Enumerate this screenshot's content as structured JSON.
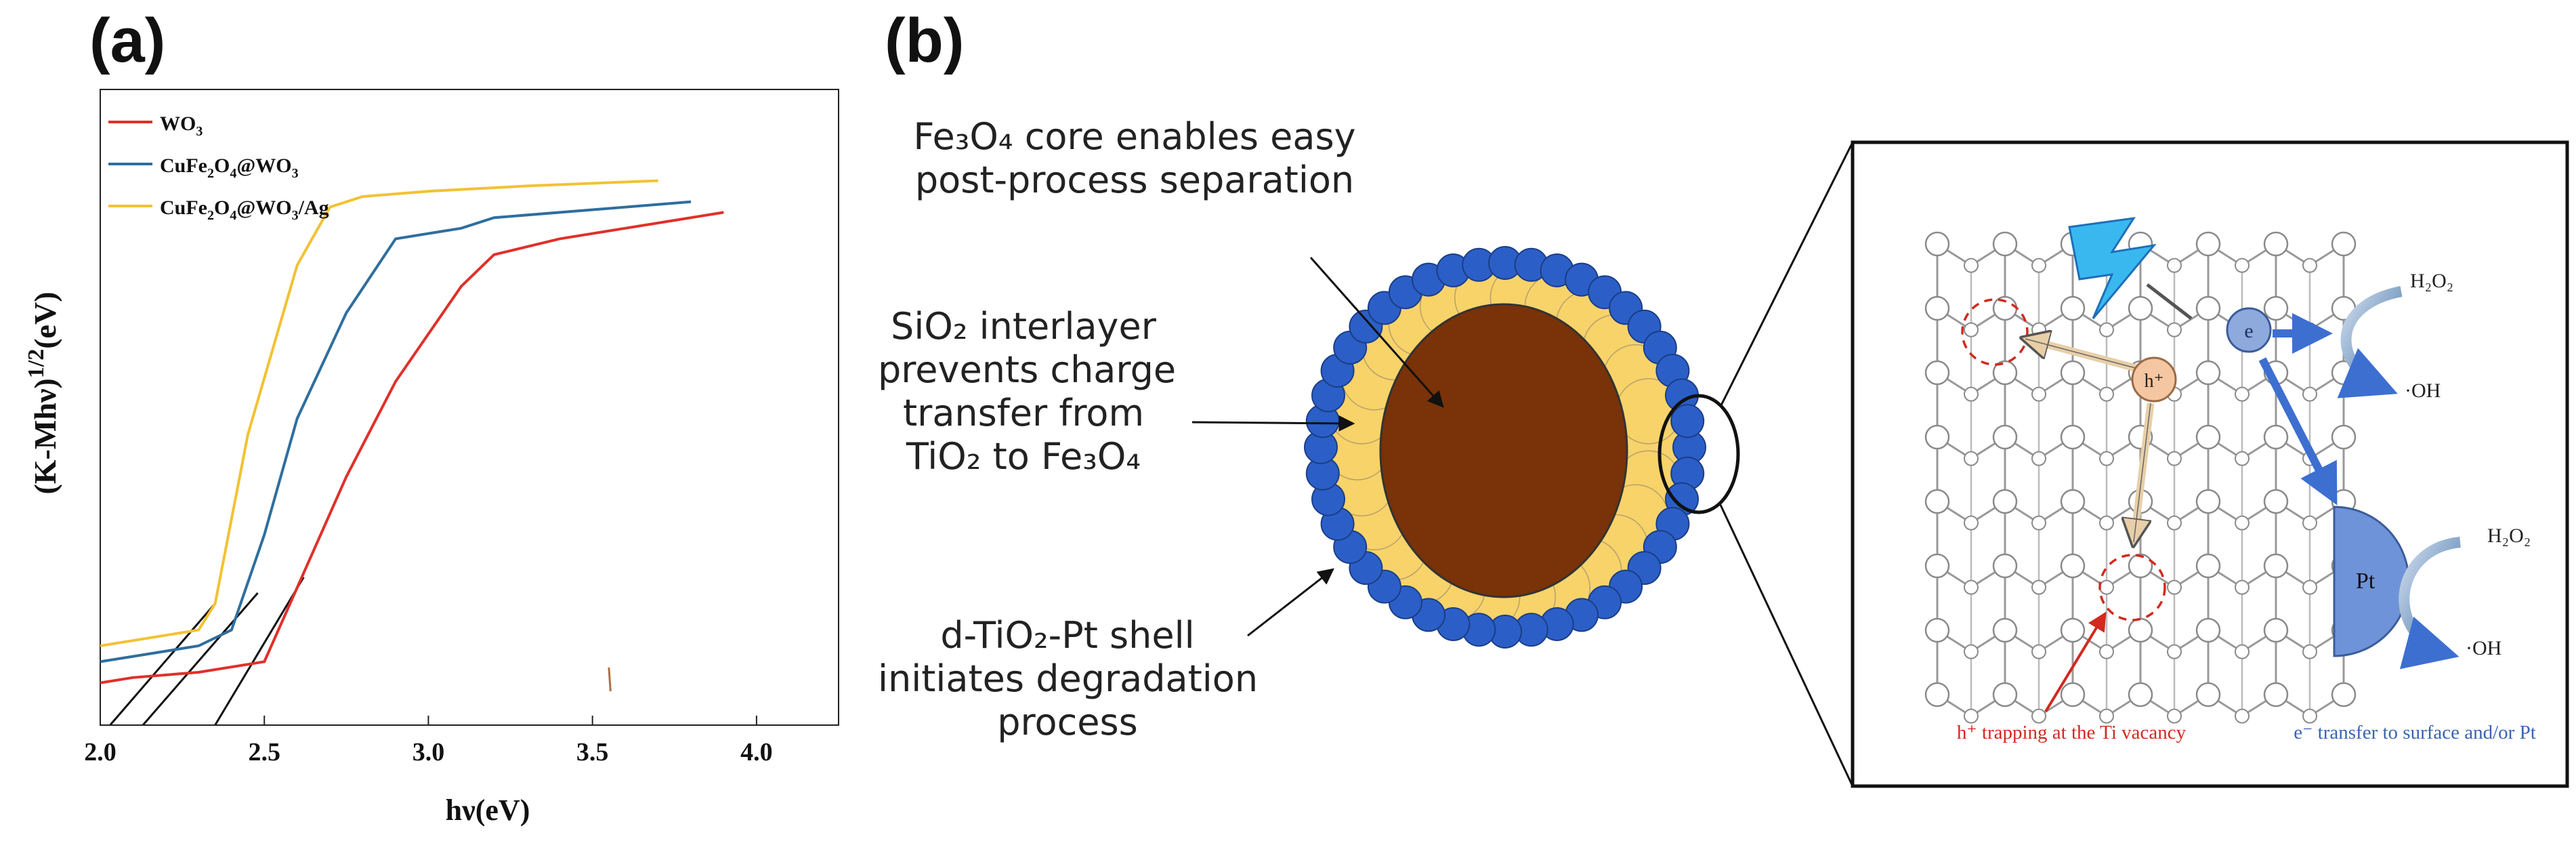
{
  "panel_a": {
    "label": "(a)",
    "chart_data": {
      "type": "line",
      "xlabel": "hν(eV)",
      "ylabel": "(K-Mhν)1/2(eV)",
      "xlim": [
        2.0,
        4.25
      ],
      "ylim": [
        0,
        1.0
      ],
      "xticks": [
        "2.0",
        "2.5",
        "3.0",
        "3.5",
        "4.0"
      ],
      "legend_position": "top-left",
      "series": [
        {
          "name": "WO3",
          "color": "#e0302a",
          "x": [
            2.0,
            2.1,
            2.3,
            2.5,
            2.6,
            2.75,
            2.9,
            3.1,
            3.2,
            3.4,
            3.6,
            3.8,
            3.9
          ],
          "y": [
            0.08,
            0.09,
            0.1,
            0.12,
            0.26,
            0.47,
            0.65,
            0.83,
            0.89,
            0.92,
            0.94,
            0.96,
            0.97
          ]
        },
        {
          "name": "CuFe2O4@WO3",
          "color": "#2f6e9e",
          "x": [
            2.0,
            2.1,
            2.3,
            2.4,
            2.5,
            2.6,
            2.75,
            2.9,
            3.1,
            3.2,
            3.5,
            3.8
          ],
          "y": [
            0.12,
            0.13,
            0.15,
            0.18,
            0.36,
            0.58,
            0.78,
            0.92,
            0.94,
            0.96,
            0.975,
            0.99
          ]
        },
        {
          "name": "CuFe2O4@WO3/Ag",
          "color": "#f2c233",
          "x": [
            2.0,
            2.1,
            2.3,
            2.35,
            2.45,
            2.6,
            2.7,
            2.8,
            3.0,
            3.3,
            3.7
          ],
          "y": [
            0.15,
            0.16,
            0.18,
            0.23,
            0.55,
            0.87,
            0.98,
            1.0,
            1.01,
            1.02,
            1.03
          ]
        }
      ],
      "tangent_lines": [
        {
          "x": [
            2.03,
            2.35
          ],
          "y": [
            0.0,
            0.23
          ]
        },
        {
          "x": [
            2.13,
            2.48
          ],
          "y": [
            0.0,
            0.25
          ]
        },
        {
          "x": [
            2.35,
            2.62
          ],
          "y": [
            0.0,
            0.28
          ]
        }
      ]
    }
  },
  "panel_b": {
    "label": "(b)",
    "annotations": {
      "core": [
        "Fe₃O₄ core enables easy",
        "post-process separation"
      ],
      "interlayer": [
        "SiO₂ interlayer",
        "prevents charge",
        "transfer from",
        "TiO₂ to Fe₃O₄"
      ],
      "shell": [
        "d-TiO₂-Pt shell",
        "initiates degradation",
        "process"
      ]
    },
    "inset": {
      "h2o2_top": "H₂O₂",
      "oh_top": "·OH",
      "h2o2_bottom": "H₂O₂",
      "oh_bottom": "·OH",
      "electron": "e",
      "hole": "h⁺",
      "pt": "Pt",
      "caption_left": "h⁺ trapping at the Ti vacancy",
      "caption_right": "e⁻ transfer to surface and/or Pt"
    },
    "colors": {
      "core": "#7a3208",
      "interlayer": "#f7d36a",
      "tio2": "#2b5fc7",
      "pt": "#6f93d8",
      "hole": "#f4c6a2",
      "caption_left": "#d12a1f",
      "caption_right": "#3a64b2"
    }
  }
}
